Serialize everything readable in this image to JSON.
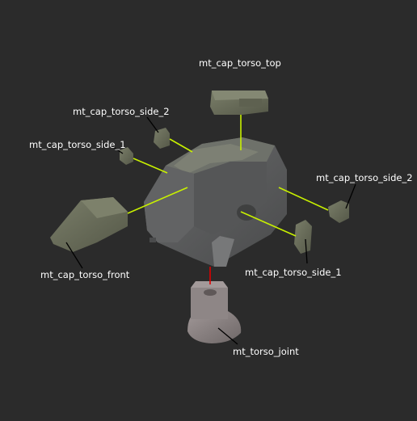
{
  "labels": {
    "torso_top": "mt_cap_torso_top",
    "torso_side_2_left": "mt_cap_torso_side_2",
    "torso_side_1_left": "mt_cap_torso_side_1",
    "torso_side_2_right": "mt_cap_torso_side_2",
    "torso_front": "mt_cap_torso_front",
    "torso_side_1_right": "mt_cap_torso_side_1",
    "torso_joint": "mt_torso_joint"
  },
  "colors": {
    "background": "#2b2b2b",
    "connector": "#c8f000",
    "joint_connector": "#e00000",
    "part_green": "#6b6f5c",
    "part_body": "#5d5e5f",
    "part_joint": "#8c8484",
    "label_text": "#ffffff"
  }
}
